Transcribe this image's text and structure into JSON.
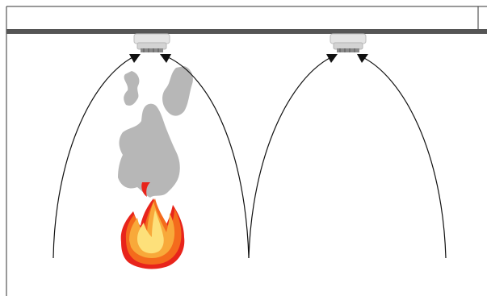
{
  "diagram": {
    "detectors": [
      {
        "name": "smoke-detector-left",
        "icon": "smoke-detector-icon",
        "state": "smoke-present"
      },
      {
        "name": "smoke-detector-right",
        "icon": "smoke-detector-icon",
        "state": "clear"
      }
    ],
    "elements": {
      "fire": {
        "icon": "flame-icon"
      },
      "smoke": {
        "icon": "smoke-cloud-icon",
        "color": "#b7b7b7"
      },
      "ceiling": {
        "color": "#555555"
      },
      "frame": {
        "color": "#333333"
      },
      "arrow_color": "#111111",
      "flame_colors": [
        "#e8241b",
        "#f46b1c",
        "#f8a93a",
        "#fde07a"
      ]
    }
  }
}
